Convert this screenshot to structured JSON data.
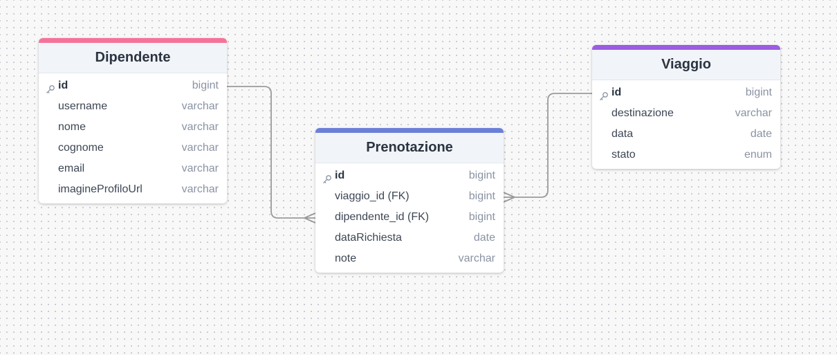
{
  "tables": {
    "dipendente": {
      "name": "Dipendente",
      "color": "#f5739b",
      "fields": [
        {
          "name": "id",
          "type": "bigint",
          "pk": true
        },
        {
          "name": "username",
          "type": "varchar"
        },
        {
          "name": "nome",
          "type": "varchar"
        },
        {
          "name": "cognome",
          "type": "varchar"
        },
        {
          "name": "email",
          "type": "varchar"
        },
        {
          "name": "imagineProfiloUrl",
          "type": "varchar"
        }
      ]
    },
    "prenotazione": {
      "name": "Prenotazione",
      "color": "#6b7fd7",
      "fields": [
        {
          "name": "id",
          "type": "bigint",
          "pk": true
        },
        {
          "name": "viaggio_id (FK)",
          "type": "bigint"
        },
        {
          "name": "dipendente_id (FK)",
          "type": "bigint"
        },
        {
          "name": "dataRichiesta",
          "type": "date"
        },
        {
          "name": "note",
          "type": "varchar"
        }
      ]
    },
    "viaggio": {
      "name": "Viaggio",
      "color": "#9c5ce3",
      "fields": [
        {
          "name": "id",
          "type": "bigint",
          "pk": true
        },
        {
          "name": "destinazione",
          "type": "varchar"
        },
        {
          "name": "data",
          "type": "date"
        },
        {
          "name": "stato",
          "type": "enum"
        }
      ]
    }
  },
  "relationships": [
    {
      "from": "dipendente.id",
      "to": "prenotazione.dipendente_id (FK)",
      "cardinality": "one-to-many"
    },
    {
      "from": "viaggio.id",
      "to": "prenotazione.viaggio_id (FK)",
      "cardinality": "one-to-many"
    }
  ],
  "icons": {
    "primary_key": "key-icon"
  },
  "colors": {
    "connector": "#9a9a9a",
    "key_icon": "#8a93a3"
  }
}
